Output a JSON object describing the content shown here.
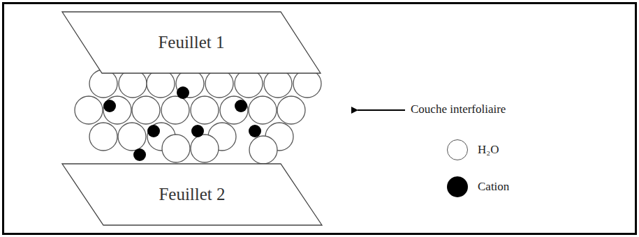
{
  "diagram": {
    "nodes": [
      {
        "text": [
          "Feuillet 1"
        ]
      },
      {
        "text": [
          "Feuillet 2"
        ]
      }
    ],
    "labels": [
      "Couche interfoliaire"
    ],
    "legend": [
      {
        "text": "H₂O"
      },
      {
        "text": "Cation",
        "color": "#000000"
      }
    ]
  }
}
